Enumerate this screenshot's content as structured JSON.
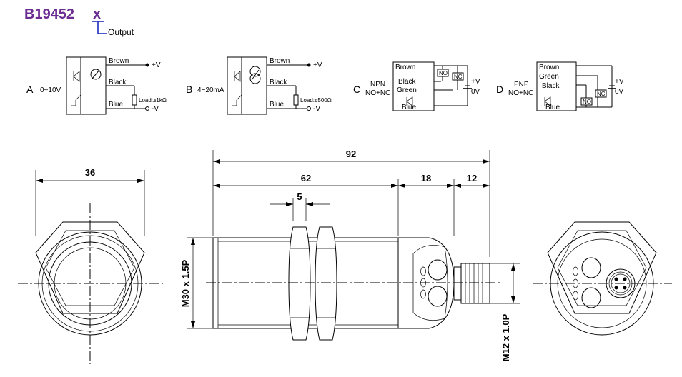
{
  "header": {
    "model": "B19452",
    "suffix": "x",
    "output_label": "Output",
    "accent_color": "#6a2c91",
    "bracket_color": "#1e2fbf"
  },
  "wiring": {
    "A": {
      "letter": "A",
      "range": "0~10V",
      "brown": "Brown",
      "black": "Black",
      "blue": "Blue",
      "plus": "+V",
      "minus": "-V",
      "load": "Load:≥1kΩ"
    },
    "B": {
      "letter": "B",
      "range": "4~20mA",
      "brown": "Brown",
      "black": "Black",
      "blue": "Blue",
      "plus": "+V",
      "minus": "-V",
      "load": "Load:≤500Ω"
    },
    "C": {
      "letter": "C",
      "type": "NPN",
      "contacts": "NO+NC",
      "brown": "Brown",
      "black": "Black",
      "green": "Green",
      "blue": "Blue",
      "no": "NO",
      "nc": "NC",
      "plus": "+V",
      "zero": "0V"
    },
    "D": {
      "letter": "D",
      "type": "PNP",
      "contacts": "NO+NC",
      "brown": "Brown",
      "green": "Green",
      "black": "Black",
      "blue": "Blue",
      "no": "NO",
      "nc": "NC",
      "plus": "+V",
      "zero": "0V"
    }
  },
  "dimensions": {
    "front_width": "36",
    "total_length": "92",
    "body_length": "62",
    "nut_width": "5",
    "head_length": "18",
    "connector_length": "12",
    "thread_body": "M30 x 1.5P",
    "thread_connector": "M12 x 1.0P"
  }
}
